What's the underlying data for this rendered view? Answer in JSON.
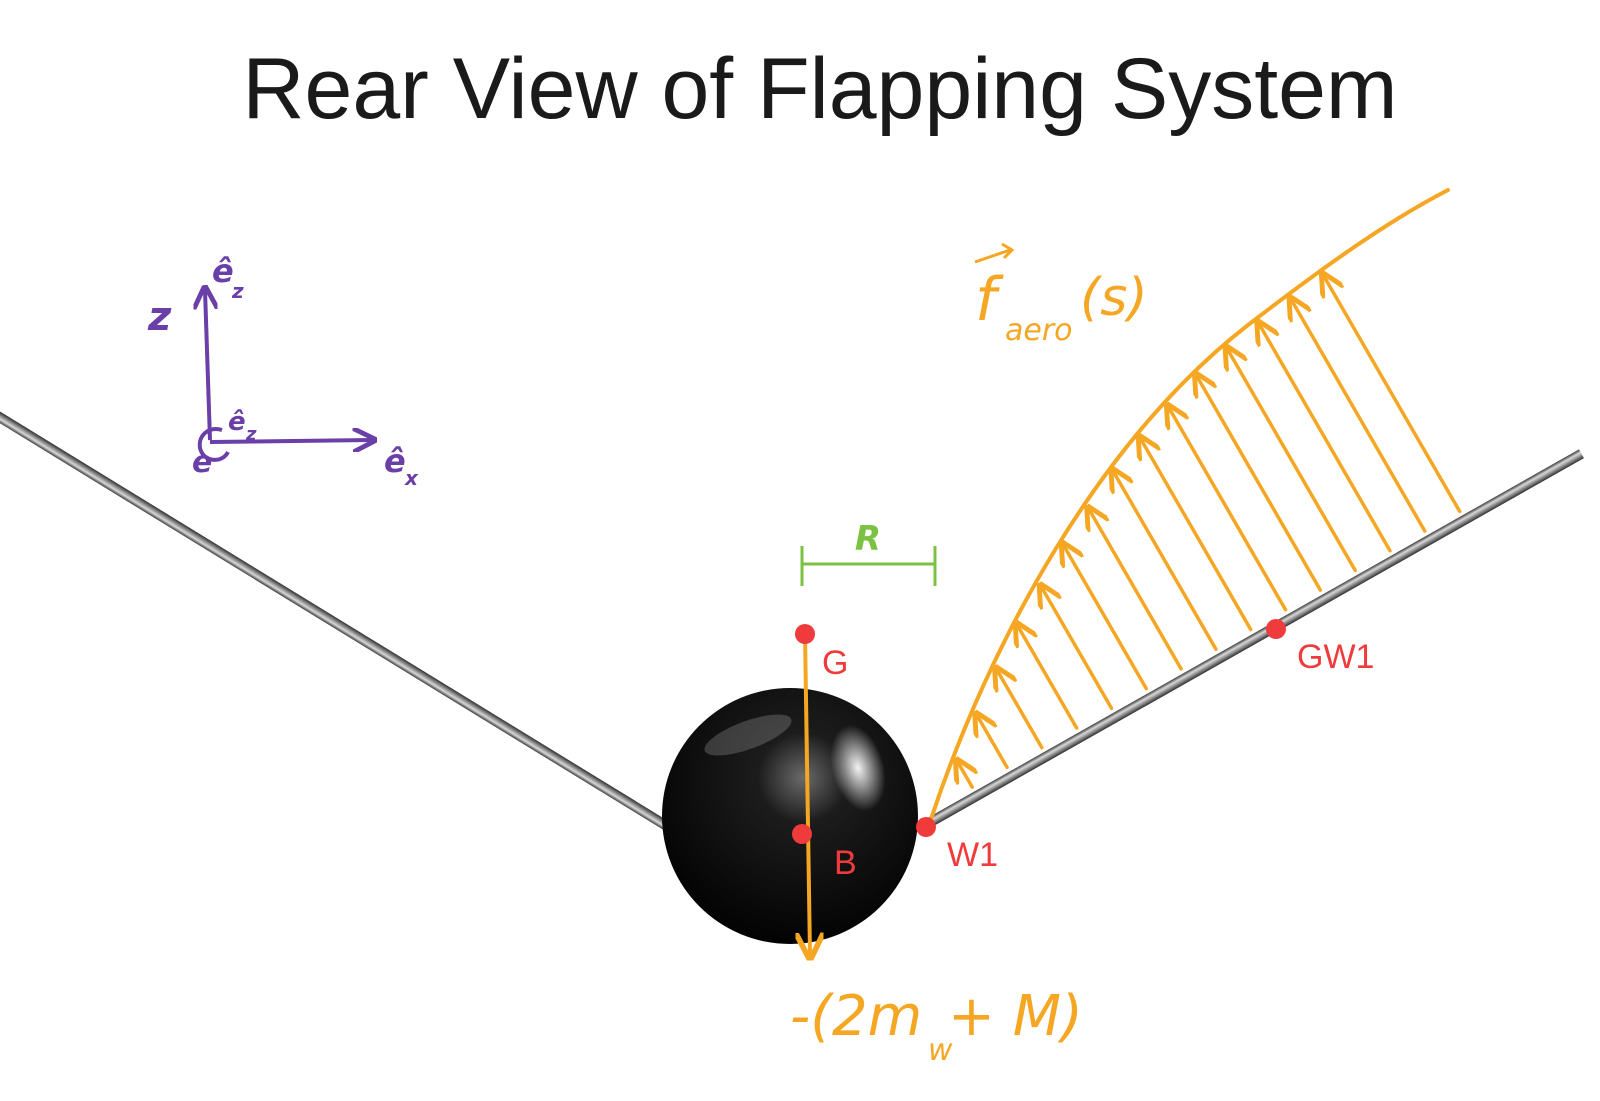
{
  "title": "Rear View of Flapping System",
  "colors": {
    "point": "#ef3b3b",
    "force": "#f5a623",
    "frame": "#6a3fa8",
    "dimension": "#7cc242",
    "rod": "#8c8c8c"
  },
  "points": {
    "G": "G",
    "B": "B",
    "W1": "W1",
    "GW1": "GW1"
  },
  "dimension": {
    "label": "R"
  },
  "aero": {
    "f": "f",
    "sub": "aero",
    "arg": "(s)"
  },
  "gravity": {
    "prefix": "-(2m",
    "sub": "w",
    "suffix": " + M)"
  },
  "frame": {
    "z_label": "z",
    "ez_label": "ê",
    "ez_sub": "z",
    "ey_label": "ê",
    "ey_sub": "z",
    "ex_label": "ê",
    "ex_sub": "x",
    "origin_label": "e"
  }
}
